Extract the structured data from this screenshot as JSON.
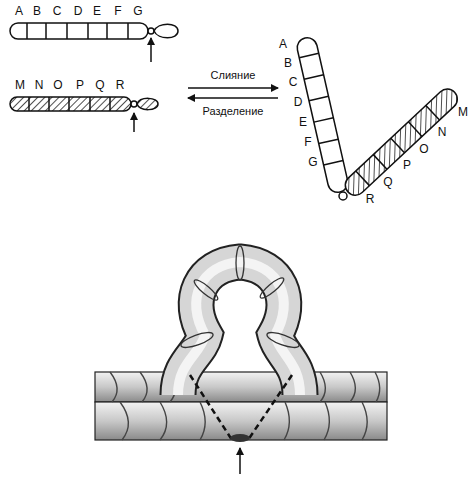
{
  "diagram": {
    "labels": [
      "A",
      "B",
      "C",
      "D",
      "E",
      "F",
      "G",
      "M",
      "N",
      "O",
      "P",
      "Q",
      "R",
      "Слияние",
      "Разделение",
      "A",
      "B",
      "C",
      "D",
      "E",
      "F",
      "G",
      "R",
      "Q",
      "P",
      "O",
      "N",
      "M"
    ]
  }
}
